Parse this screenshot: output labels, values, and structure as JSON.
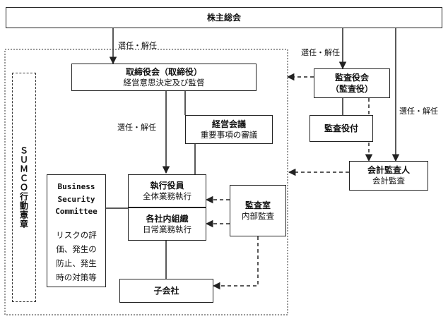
{
  "nodes": {
    "shareholders": {
      "title": "株主総会"
    },
    "board": {
      "title": "取締役会（取締役）",
      "subtitle": "経営意思決定及び監督"
    },
    "audit_board": {
      "title": "監査役会",
      "subtitle": "（監査役）"
    },
    "audit_assistant": {
      "title": "監査役付"
    },
    "management_council": {
      "title": "経営会議",
      "subtitle": "重要事項の審議"
    },
    "accounting_auditor": {
      "title": "会計監査人",
      "subtitle": "会計監査"
    },
    "executive_officers": {
      "title": "執行役員",
      "subtitle": "全体業務執行"
    },
    "internal_orgs": {
      "title": "各社内組織",
      "subtitle": "日常業務執行"
    },
    "audit_office": {
      "title": "監査室",
      "subtitle": "内部監査"
    },
    "subsidiaries": {
      "title": "子会社"
    },
    "bsc": {
      "title_lines": [
        "Business",
        "Security",
        "Committee"
      ],
      "text_lines": [
        "リスクの評",
        "価、発生の",
        "防止、発生",
        "時の対策等"
      ]
    },
    "code_of_conduct": {
      "title": "ＳＵＭＣＯ行動憲章"
    }
  },
  "edge_labels": {
    "appoint_board": "選任・解任",
    "appoint_audit": "選任・解任",
    "appoint_accounting": "選任・解任",
    "appoint_executive": "選任・解任"
  }
}
